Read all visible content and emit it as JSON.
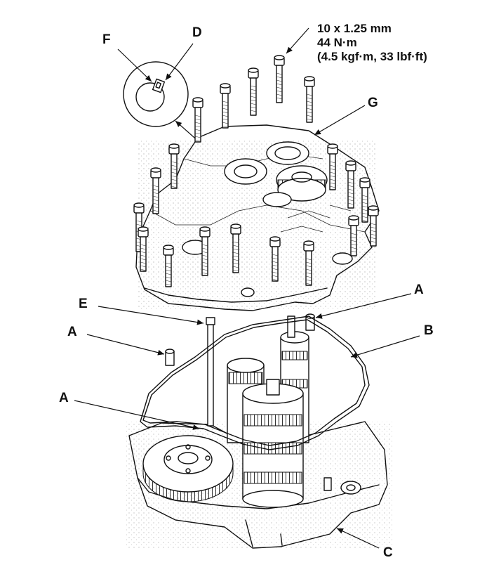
{
  "callouts": {
    "A": "A",
    "B": "B",
    "C": "C",
    "D": "D",
    "E": "E",
    "F": "F",
    "G": "G"
  },
  "torque_spec": {
    "line1": "10 x 1.25 mm",
    "line2": "44 N·m",
    "line3": "(4.5 kgf·m, 33 lbf·ft)"
  }
}
